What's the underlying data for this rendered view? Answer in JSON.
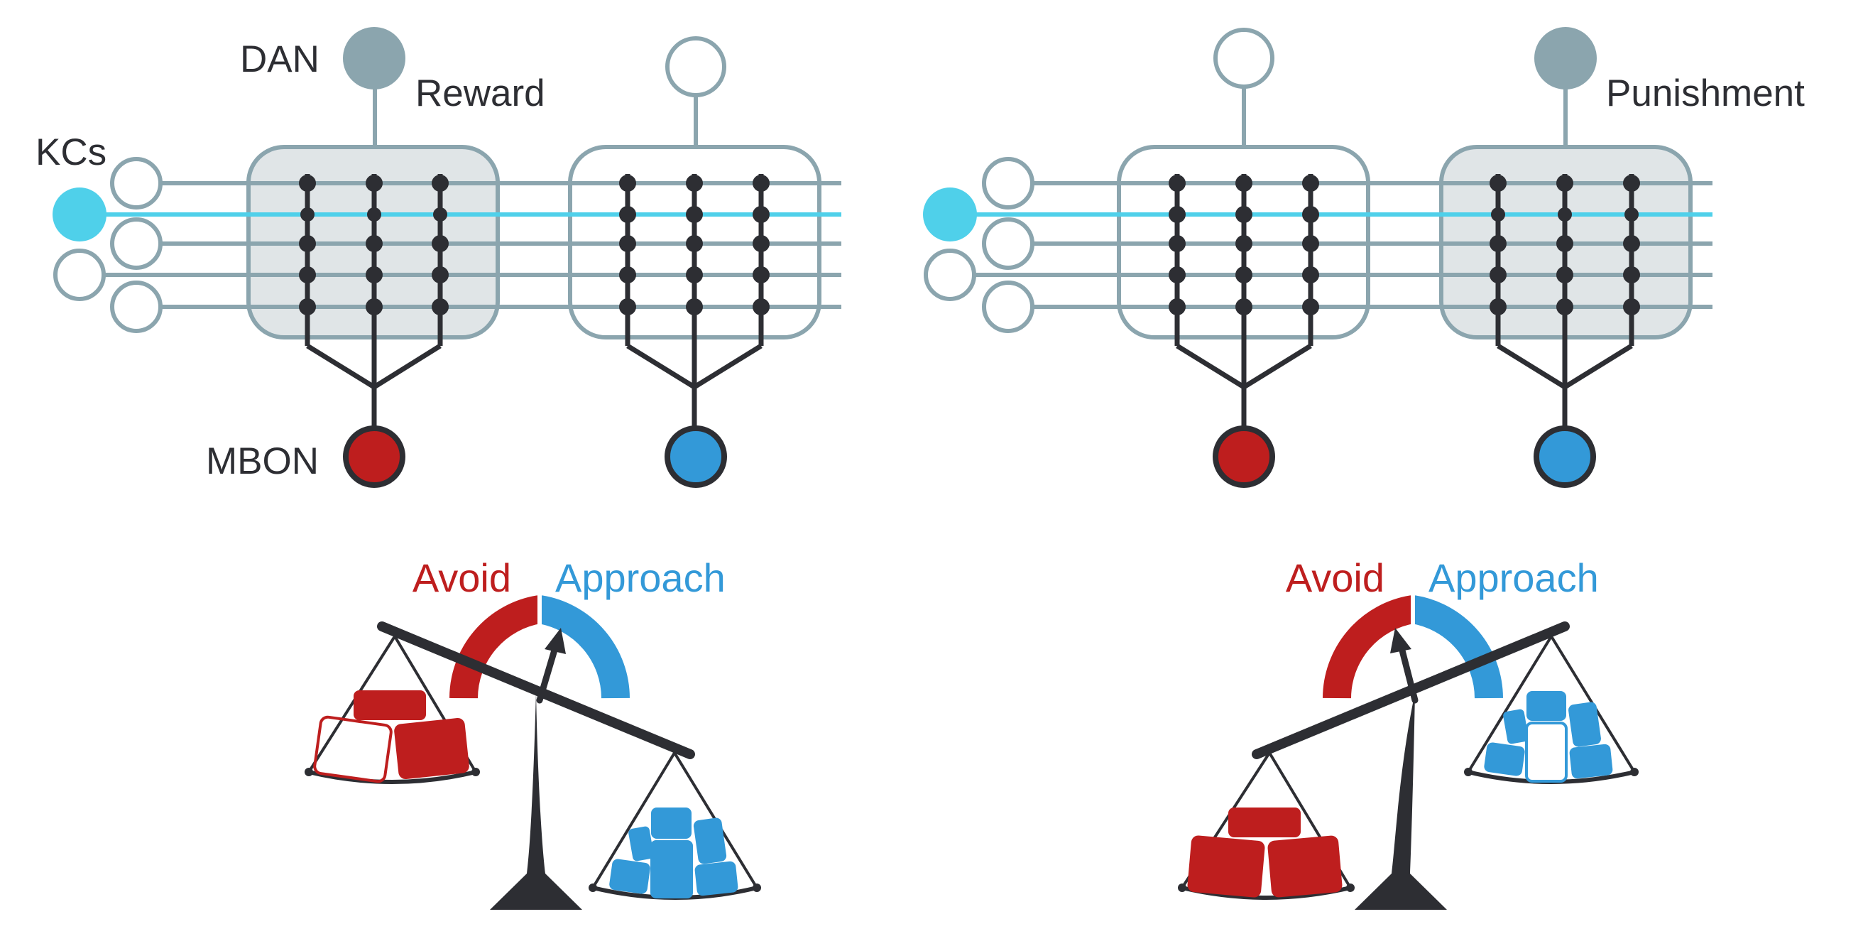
{
  "labels": {
    "dan": "DAN",
    "reward": "Reward",
    "punishment": "Punishment",
    "kcs": "KCs",
    "mbon": "MBON"
  },
  "panels": [
    {
      "id": "reward",
      "reinforced_compartment": "left",
      "avoid_label": "Avoid",
      "approach_label": "Approach",
      "scale_heavier_side": "right",
      "needle_points_to": "approach"
    },
    {
      "id": "punishment",
      "reinforced_compartment": "right",
      "avoid_label": "Avoid",
      "approach_label": "Approach",
      "scale_heavier_side": "left",
      "needle_points_to": "avoid"
    }
  ],
  "colors": {
    "neuron_line": "#8ba5ae",
    "active_kc": "#4fd0ea",
    "dan_active": "#8ba5ae",
    "compartment_fill": "#e0e5e7",
    "synapse": "#2d2e33",
    "avoid": "#be1e1e",
    "approach": "#3399d8",
    "dark": "#2d2e33"
  }
}
